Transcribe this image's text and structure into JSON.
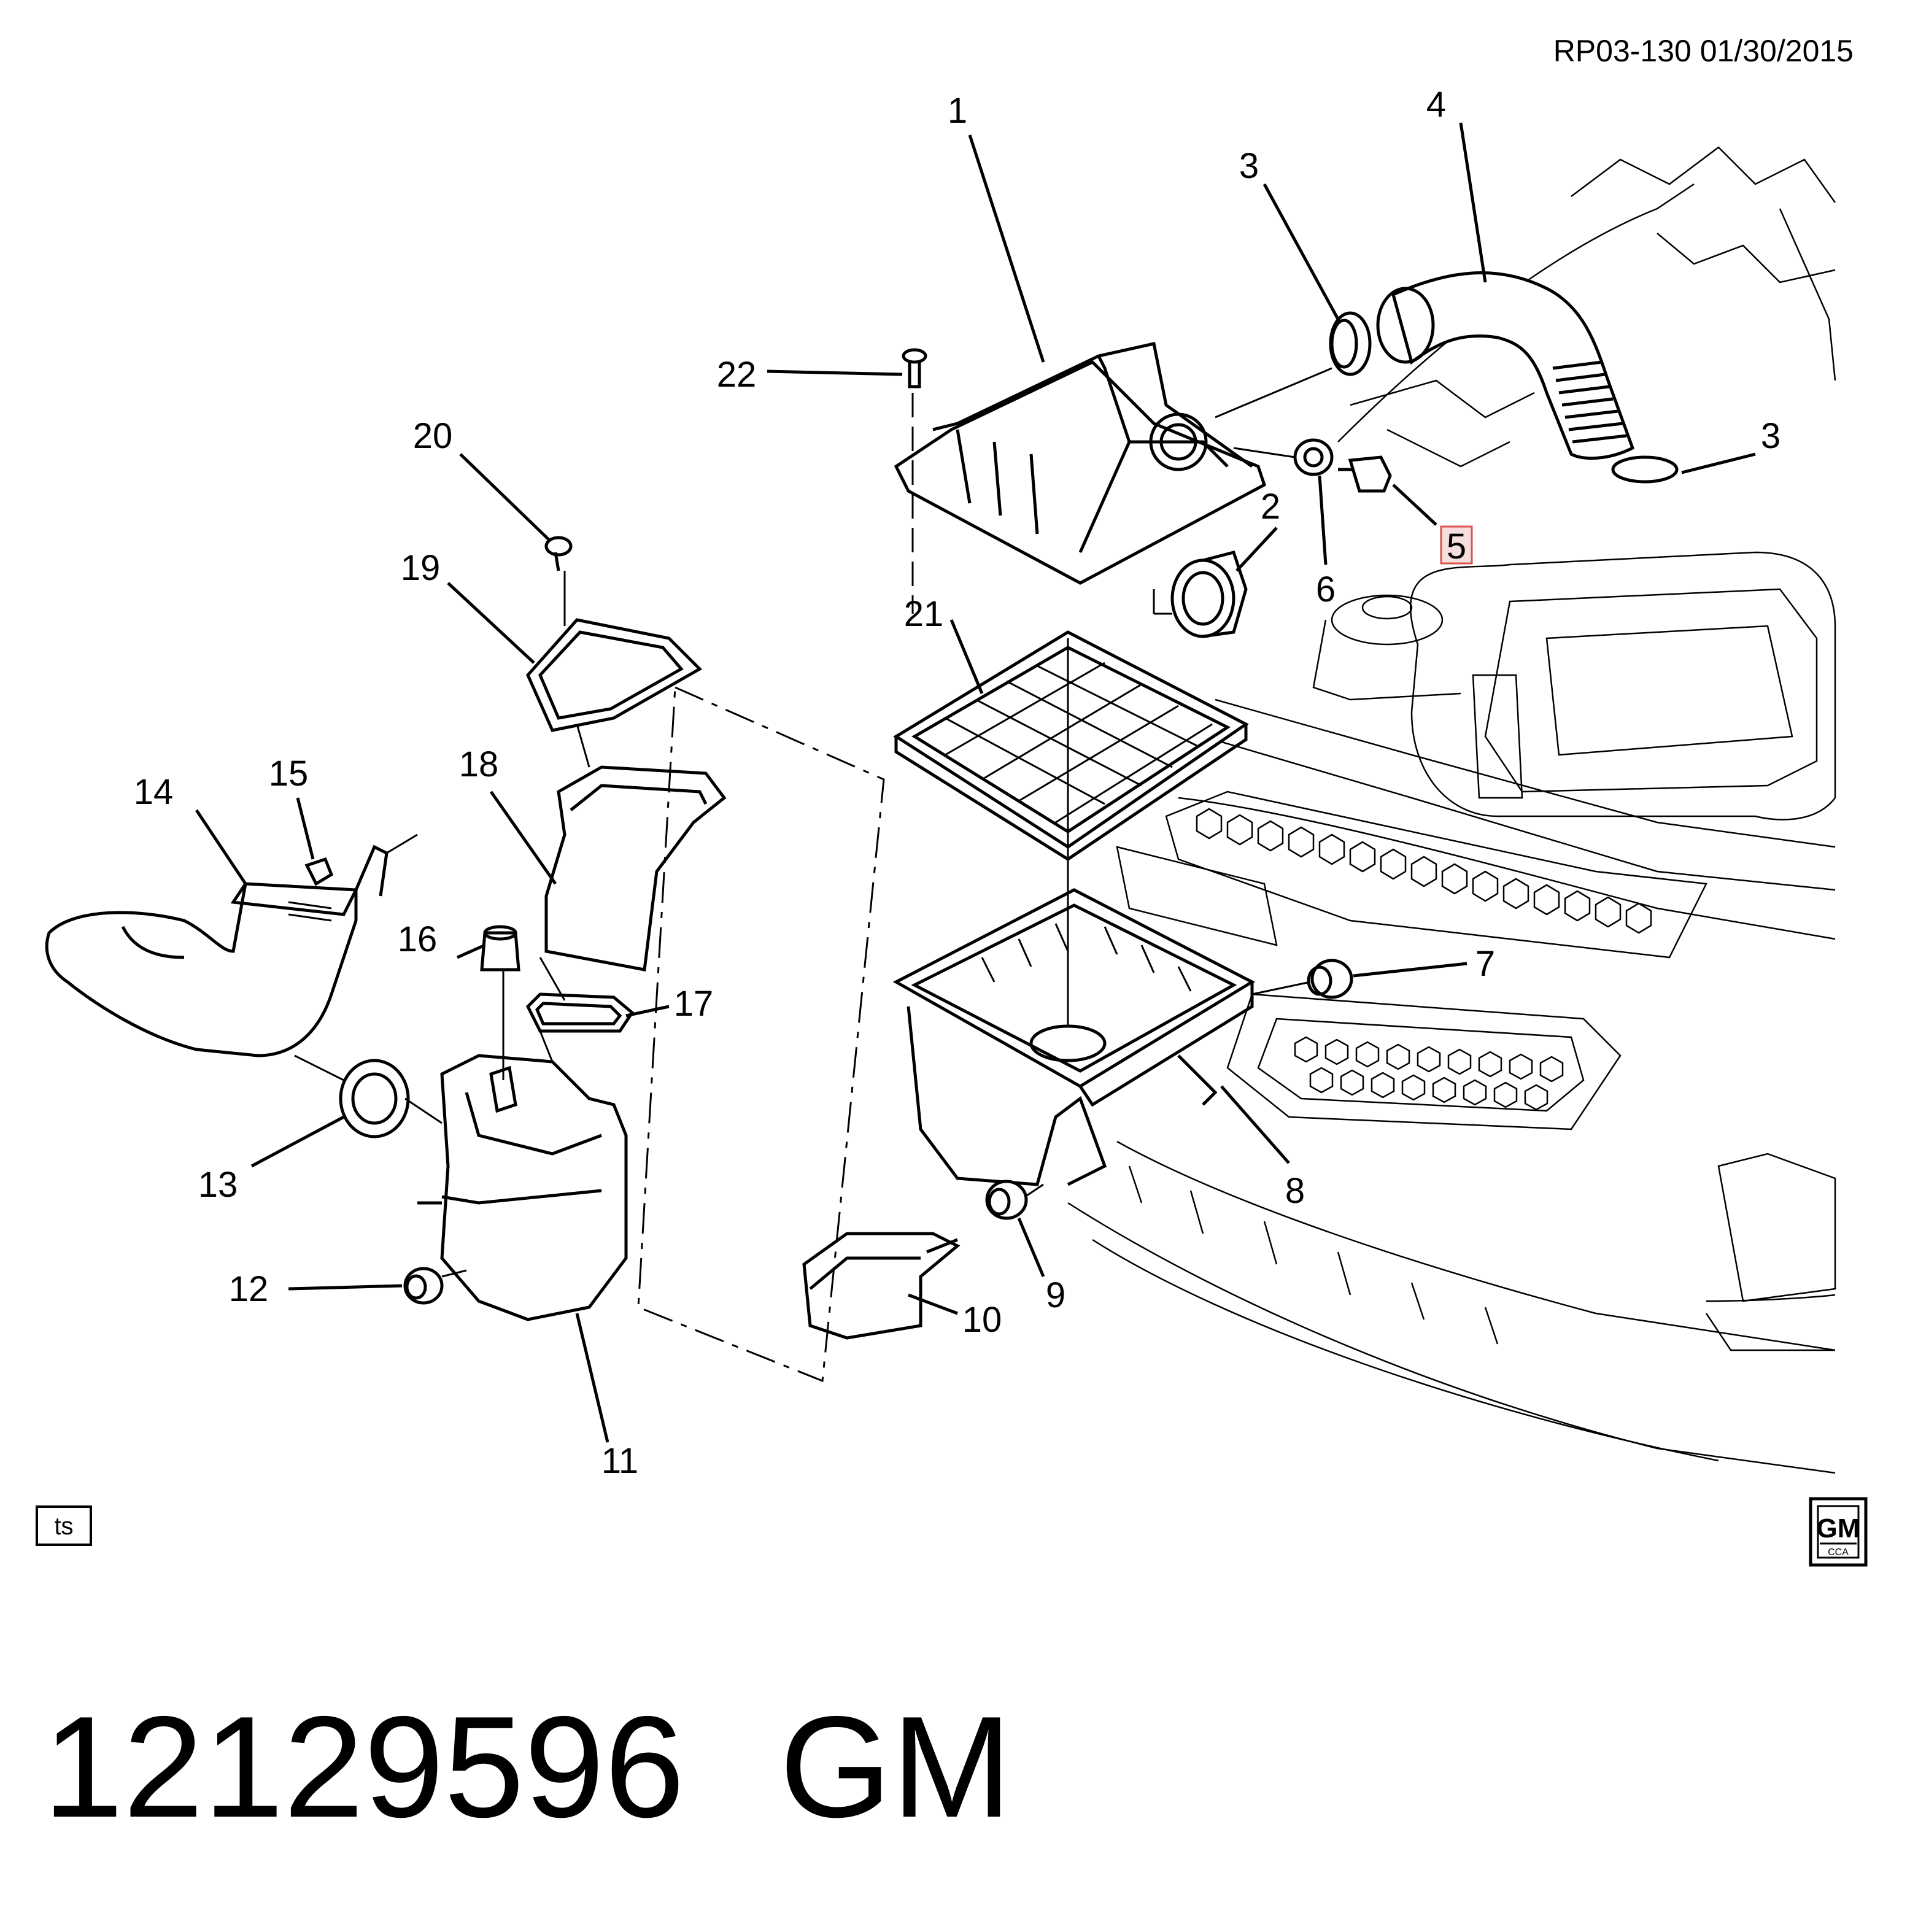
{
  "header": {
    "reference": "RP03-130  01/30/2015"
  },
  "callouts": [
    {
      "id": "c1",
      "label": "1"
    },
    {
      "id": "c2",
      "label": "2"
    },
    {
      "id": "c3a",
      "label": "3"
    },
    {
      "id": "c3b",
      "label": "3"
    },
    {
      "id": "c4",
      "label": "4"
    },
    {
      "id": "c5",
      "label": "5",
      "highlighted": true
    },
    {
      "id": "c6",
      "label": "6"
    },
    {
      "id": "c7",
      "label": "7"
    },
    {
      "id": "c8",
      "label": "8"
    },
    {
      "id": "c9",
      "label": "9"
    },
    {
      "id": "c10",
      "label": "10"
    },
    {
      "id": "c11",
      "label": "11"
    },
    {
      "id": "c12",
      "label": "12"
    },
    {
      "id": "c13",
      "label": "13"
    },
    {
      "id": "c14",
      "label": "14"
    },
    {
      "id": "c15",
      "label": "15"
    },
    {
      "id": "c16",
      "label": "16"
    },
    {
      "id": "c17",
      "label": "17"
    },
    {
      "id": "c18",
      "label": "18"
    },
    {
      "id": "c19",
      "label": "19"
    },
    {
      "id": "c20",
      "label": "20"
    },
    {
      "id": "c21",
      "label": "21"
    },
    {
      "id": "c22",
      "label": "22"
    }
  ],
  "badges": {
    "ts": "ts",
    "gm_logo": "GM",
    "gm_logo_sub": "CCA"
  },
  "footer": {
    "part_number": "12129596",
    "brand": "GM"
  },
  "colors": {
    "line": "#000000",
    "background": "#ffffff",
    "highlight": "#d9534f",
    "highlight_fill": "#f6dede"
  }
}
